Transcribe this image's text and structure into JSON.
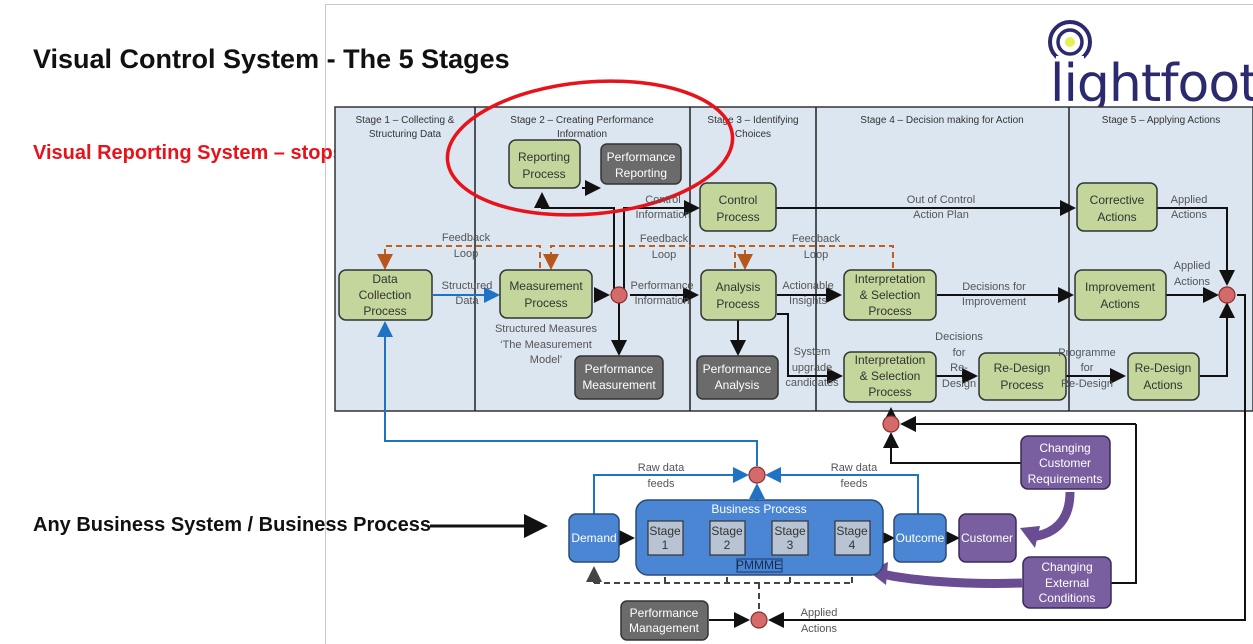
{
  "slide": {
    "title": "Visual Control System - The 5 Stages",
    "callout": "Visual Reporting System – stops here!",
    "business_label": "Any Business System / Business Process",
    "logo_text": "lightfoot",
    "colors": {
      "callout_red": "#e8121a",
      "green_box": "#c3d69b",
      "grey_box": "#6b6b6b",
      "blue_box": "#4a86d4",
      "purple_box": "#7a5fa0",
      "stage_bg": "#dce6f1",
      "feedback_orange": "#c0601a",
      "junction_red": "#d46a6a",
      "logo_navy": "#2b2a6e",
      "logo_dot": "#e6ef55"
    }
  },
  "stages": [
    {
      "l1": "Stage 1 – Collecting &",
      "l2": "Structuring Data"
    },
    {
      "l1": "Stage 2 – Creating Performance",
      "l2": "Information"
    },
    {
      "l1": "Stage 3 – Identifying",
      "l2": "Choices"
    },
    {
      "l1": "Stage 4 – Decision making for Action",
      "l2": ""
    },
    {
      "l1": "Stage 5 – Applying Actions",
      "l2": ""
    }
  ],
  "boxes": {
    "reporting_process": [
      "Reporting",
      "Process"
    ],
    "performance_reporting": [
      "Performance",
      "Reporting"
    ],
    "control_process": [
      "Control",
      "Process"
    ],
    "corrective_actions": [
      "Corrective",
      "Actions"
    ],
    "data_collection": [
      "Data",
      "Collection",
      "Process"
    ],
    "measurement_process": [
      "Measurement",
      "Process"
    ],
    "analysis_process": [
      "Analysis",
      "Process"
    ],
    "interp_selection_1": [
      "Interpretation",
      "& Selection",
      "Process"
    ],
    "improvement_actions": [
      "Improvement",
      "Actions"
    ],
    "performance_measurement": [
      "Performance",
      "Measurement"
    ],
    "performance_analysis": [
      "Performance",
      "Analysis"
    ],
    "interp_selection_2": [
      "Interpretation",
      "& Selection",
      "Process"
    ],
    "redesign_process": [
      "Re-Design",
      "Process"
    ],
    "redesign_actions": [
      "Re-Design",
      "Actions"
    ],
    "demand": "Demand",
    "business_process": "Business Process",
    "bp_stages": [
      [
        "Stage",
        "1"
      ],
      [
        "Stage",
        "2"
      ],
      [
        "Stage",
        "3"
      ],
      [
        "Stage",
        "4"
      ]
    ],
    "pmmme": "PMMME",
    "outcome": "Outcome",
    "customer": "Customer",
    "changing_customer": [
      "Changing",
      "Customer",
      "Requirements"
    ],
    "changing_external": [
      "Changing",
      "External",
      "Conditions"
    ],
    "performance_management": [
      "Performance",
      "Management"
    ]
  },
  "labels": {
    "control_information": [
      "Control",
      "Information"
    ],
    "out_of_control": [
      "Out of Control",
      "Action Plan"
    ],
    "applied_actions_top": [
      "Applied",
      "Actions"
    ],
    "feedback_1": [
      "Feedback",
      "Loop"
    ],
    "feedback_2": [
      "Feedback",
      "Loop"
    ],
    "feedback_3": [
      "Feedback",
      "Loop"
    ],
    "structured_data": [
      "Structured",
      "Data"
    ],
    "performance_information": [
      "Performance",
      "Information"
    ],
    "actionable_insights": [
      "Actionable",
      "Insights"
    ],
    "decisions_improvement": [
      "Decisions for",
      "Improvement"
    ],
    "applied_actions_mid": [
      "Applied",
      "Actions"
    ],
    "structured_measures": [
      "Structured Measures",
      "‘The Measurement",
      "Model’"
    ],
    "system_upgrade": [
      "System",
      "upgrade",
      "candidates"
    ],
    "decisions_redesign": [
      "Decisions",
      "for",
      "Re-",
      "Design"
    ],
    "programme_redesign": [
      "Programme",
      "for",
      "Re-Design"
    ],
    "raw_data_left": [
      "Raw data",
      "feeds"
    ],
    "raw_data_right": [
      "Raw data",
      "feeds"
    ],
    "applied_actions_bottom": [
      "Applied",
      "Actions"
    ]
  }
}
